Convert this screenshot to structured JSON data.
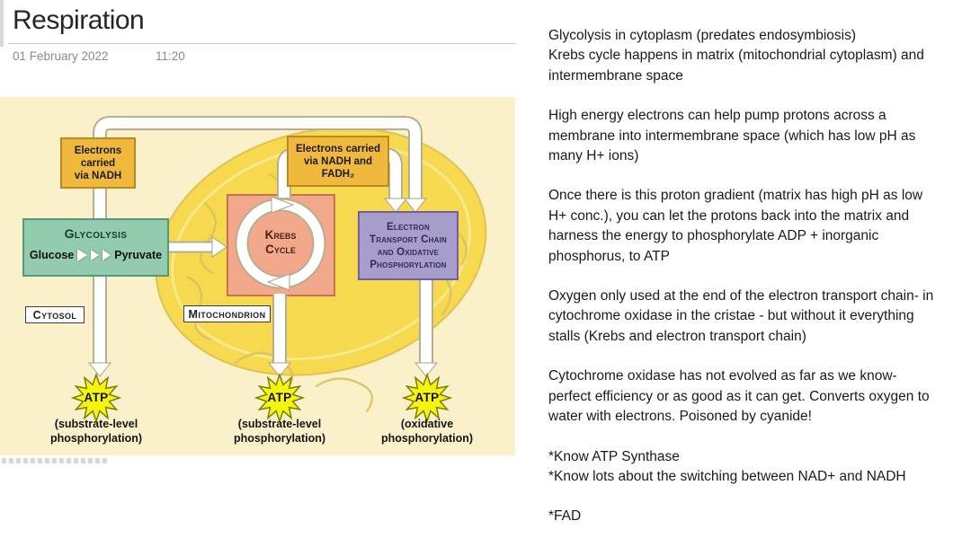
{
  "page": {
    "title": "Respiration",
    "date": "01 February 2022",
    "time": "11:20"
  },
  "notes": {
    "paragraphs": [
      "Glycolysis in cytoplasm (predates endosymbiosis)\nKrebs cycle happens in matrix (mitochondrial cytoplasm) and\nintermembrane space",
      "High energy electrons can help pump protons across a\nmembrane into intermembrane space (which has low pH as\nmany H+ ions)",
      "Once there is this proton gradient (matrix has high pH as low\nH+ conc.), you can let the protons back into the matrix and\nharness the energy to phosphorylate ADP + inorganic\nphosphorus, to ATP",
      "Oxygen only used at the end of the electron transport chain- in\ncytochrome oxidase in the cristae - but without it everything\nstalls (Krebs and electron transport chain)",
      "Cytochrome oxidase has not evolved as far as we know-\nperfect efficiency or as good as it can get. Converts oxygen to\nwater with electrons. Poisoned by cyanide!",
      "*Know ATP Synthase\n*Know lots about the switching between NAD+ and NADH",
      "*FAD"
    ]
  },
  "diagram": {
    "electrons_nadh": "Electrons\ncarried\nvia NADH",
    "electrons_nadh_fadh2": "Electrons carried\nvia NADH and\nFADH₂",
    "glycolysis_title": "Glycolysis",
    "glucose": "Glucose",
    "pyruvate": "Pyruvate",
    "krebs_cycle": "Krebs\nCycle",
    "etc_label": "Electron\nTransport Chain\nand Oxidative\nPhosphorylation",
    "cytosol": "Cytosol",
    "mitochondrion": "Mitochondrion",
    "atp_labels": [
      "ATP",
      "ATP",
      "ATP"
    ],
    "atp_captions": [
      "(substrate-level\nphosphorylation)",
      "(substrate-level\nphosphorylation)",
      "(oxidative\nphosphorylation)"
    ],
    "colors": {
      "diagram_background": "#FAF1CA",
      "mitochondrion_fill": "#F6D94F",
      "carrier_box_fill": "#F0B93E",
      "glycolysis_box_fill": "#93CBAE",
      "krebs_box_fill": "#F2A98B",
      "etc_box_fill": "#A89CCB",
      "atp_star_fill": "#F4F411",
      "arrow_fill": "#FFFFFF"
    }
  }
}
